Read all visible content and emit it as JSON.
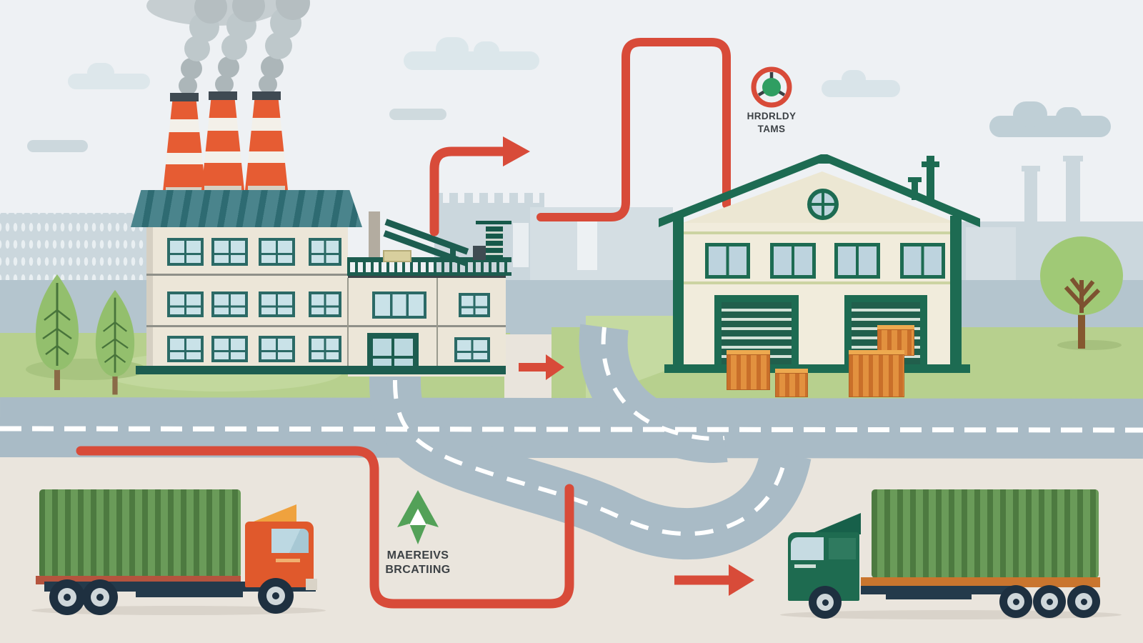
{
  "scene": {
    "type": "factory-to-warehouse logistics flow illustration"
  },
  "labels": {
    "hub": {
      "line1": "HRDRLDY",
      "line2": "TAMS"
    },
    "materials": {
      "line1": "MAEREIVS",
      "line2": "BRCATIING"
    }
  },
  "icons": {
    "hub": "target-wheel-icon",
    "materials": "down-arrow-icon"
  },
  "colors": {
    "flow_red": "#d84b39",
    "trim_green": "#1d6b52",
    "factory_roof_teal": "#4a848c",
    "chimney_orange": "#e65c33",
    "road": "#a9bbc6",
    "grass": "#b7d08e",
    "ground_beige": "#eae5dd",
    "sky": "#eef1f4",
    "icon_green": "#2f9e62"
  }
}
